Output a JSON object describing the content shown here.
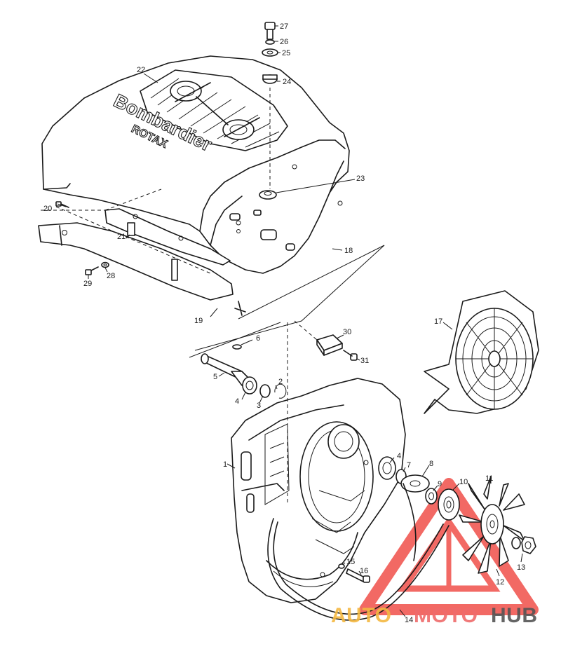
{
  "diagram": {
    "callouts": {
      "c1": "1",
      "c2": "2",
      "c3": "3",
      "c4a": "4",
      "c4b": "4",
      "c5": "5",
      "c6": "6",
      "c7": "7",
      "c8": "8",
      "c9": "9",
      "c10": "10",
      "c11": "11",
      "c12": "12",
      "c13": "13",
      "c14": "14",
      "c15": "15",
      "c16": "16",
      "c17": "17",
      "c18": "18",
      "c19": "19",
      "c20": "20",
      "c21": "21",
      "c22": "22",
      "c23": "23",
      "c24": "24",
      "c25": "25",
      "c26": "26",
      "c27": "27",
      "c28": "28",
      "c29": "29",
      "c30": "30",
      "c31": "31"
    },
    "cover_brand": "Bombardier",
    "cover_sub_brand": "ROTAX"
  },
  "watermark": {
    "part1": "AUTO",
    "part2": "MOTO",
    "part3": "HUB",
    "color_part1": "#f4b942",
    "color_part2": "#ef6b6b",
    "color_part3": "#555555",
    "logo_color": "#f0504a"
  }
}
